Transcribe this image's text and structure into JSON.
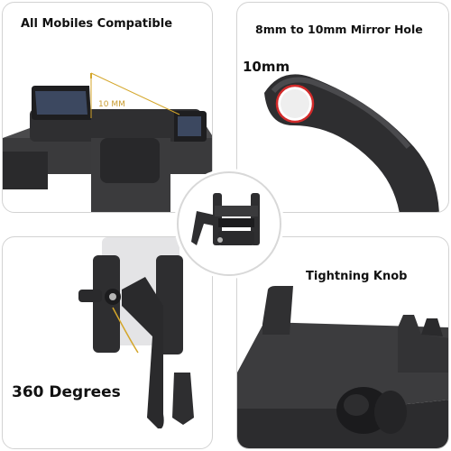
{
  "panels": {
    "top_left": {
      "caption": "All Mobiles Compatible",
      "dimension_label": "10 MM"
    },
    "top_right": {
      "caption": "8mm to 10mm Mirror Hole",
      "size_label": "10mm"
    },
    "bottom_left": {
      "caption": "360 Degrees"
    },
    "bottom_right": {
      "caption": "Tightning Knob"
    }
  },
  "colors": {
    "product": "#2e2e30",
    "dimension_accent": "#d4a62a",
    "hole_ring": "#d22a2a"
  }
}
